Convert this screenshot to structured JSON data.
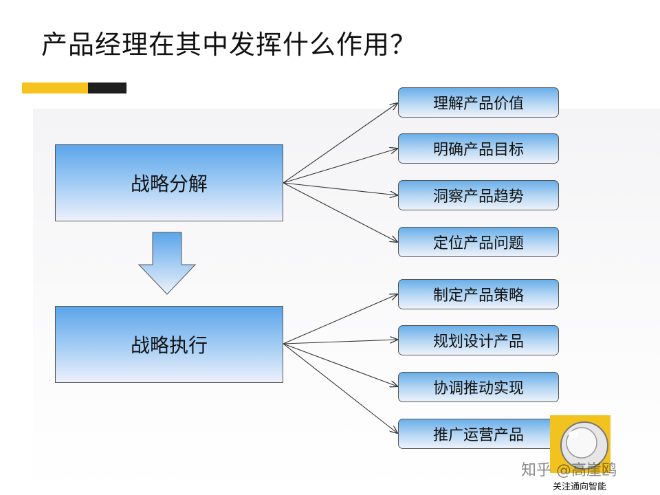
{
  "title": "产品经理在其中发挥什么作用？",
  "colors": {
    "accent_yellow": "#f5c31b",
    "accent_dark": "#1e1e1e",
    "box_blue_top": "#5aa5ea",
    "box_blue_bottom": "#edf1fb"
  },
  "stages": [
    {
      "label": "战略分解"
    },
    {
      "label": "战略执行"
    }
  ],
  "roles_group_1": [
    {
      "label": "理解产品价值"
    },
    {
      "label": "明确产品目标"
    },
    {
      "label": "洞察产品趋势"
    },
    {
      "label": "定位产品问题"
    }
  ],
  "roles_group_2": [
    {
      "label": "制定产品策略"
    },
    {
      "label": "规划设计产品"
    },
    {
      "label": "协调推动实现"
    },
    {
      "label": "推广运营产品"
    }
  ],
  "watermark": {
    "text": "知乎 @高崖鸥",
    "subtext": "关注通向智能"
  }
}
